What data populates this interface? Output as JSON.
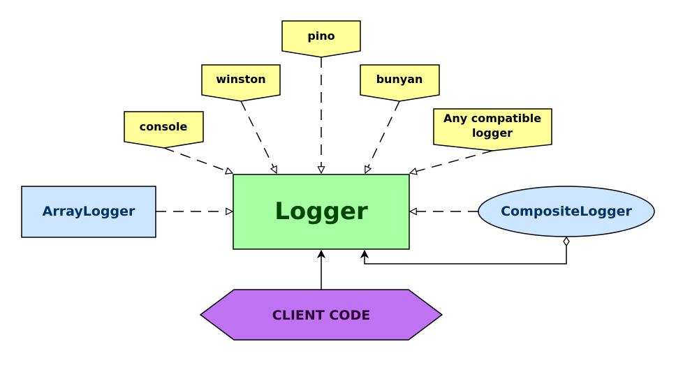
{
  "diagram": {
    "center": {
      "label": "Logger",
      "fill": "#a6ffa3",
      "text_color": "#004500"
    },
    "loggers": [
      {
        "id": "console",
        "label": "console"
      },
      {
        "id": "winston",
        "label": "winston"
      },
      {
        "id": "pino",
        "label": "pino"
      },
      {
        "id": "bunyan",
        "label": "bunyan"
      },
      {
        "id": "any",
        "label_lines": [
          "Any compatible",
          "logger"
        ]
      }
    ],
    "logger_fill": "#ffff99",
    "array_logger": {
      "label": "ArrayLogger",
      "fill": "#cce6ff",
      "text_color": "#003366"
    },
    "composite_logger": {
      "label": "CompositeLogger",
      "fill": "#cce6ff",
      "text_color": "#003366"
    },
    "client_code": {
      "label": "CLIENT CODE",
      "fill": "#bf73f2",
      "text_color": "#330033"
    }
  }
}
